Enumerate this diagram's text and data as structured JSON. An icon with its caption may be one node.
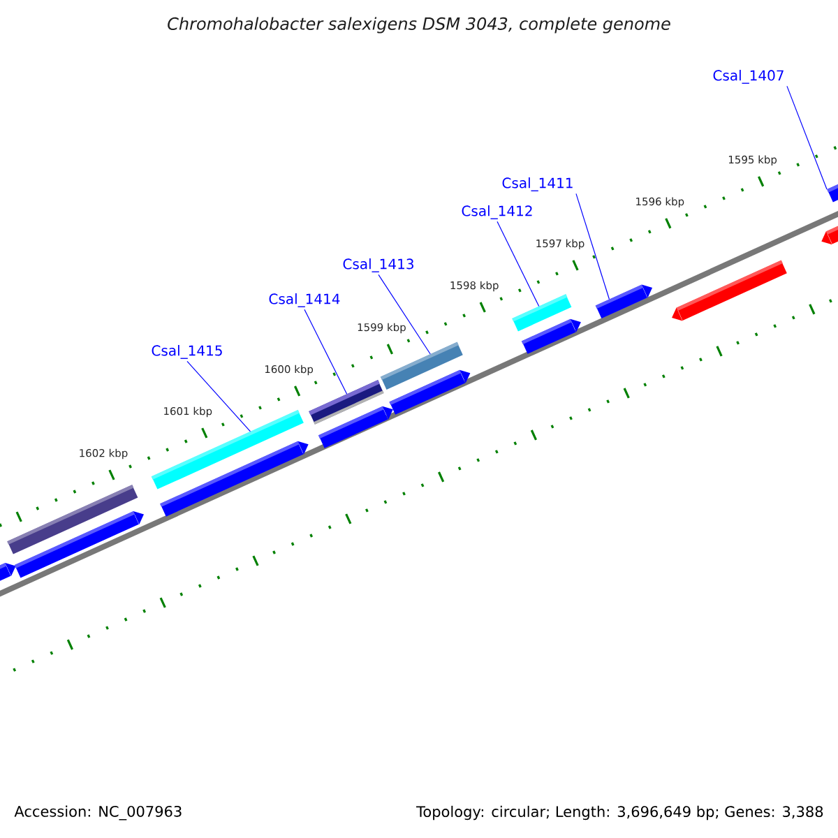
{
  "diagram": {
    "title": "Chromohalobacter salexigens DSM 3043, complete genome",
    "nodes": [
      {
        "text": [
          "Csal_1415"
        ]
      },
      {
        "text": [
          "Csal_1414"
        ]
      },
      {
        "text": [
          "Csal_1413"
        ]
      },
      {
        "text": [
          "Csal_1412"
        ]
      },
      {
        "text": [
          "Csal_1411"
        ]
      },
      {
        "text": [
          "Csal_1407"
        ]
      },
      {
        "text": [],
        "shape": "bar"
      },
      {
        "text": [],
        "shape": "bar"
      },
      {
        "text": [],
        "shape": "bar"
      },
      {
        "text": [],
        "shape": "bar"
      },
      {
        "text": [],
        "shape": "bar"
      },
      {
        "text": [],
        "shape": "bar"
      },
      {
        "text": [],
        "shape": "bar"
      },
      {
        "text": [],
        "shape": "bar"
      },
      {
        "text": [],
        "shape": "bar"
      },
      {
        "text": [],
        "shape": "bar"
      },
      {
        "text": [],
        "shape": "bar"
      },
      {
        "text": [],
        "shape": "bar"
      },
      {
        "text": [],
        "shape": "bar"
      },
      {
        "text": [],
        "shape": "bar"
      },
      {
        "text": [],
        "shape": "bar"
      }
    ],
    "edges": [
      {
        "from": 0,
        "to": 9,
        "arrow": "none"
      },
      {
        "from": 1,
        "to": 11,
        "arrow": "none"
      },
      {
        "from": 2,
        "to": 13,
        "arrow": "none"
      },
      {
        "from": 3,
        "to": 15,
        "arrow": "none"
      },
      {
        "from": 4,
        "to": 17,
        "arrow": "none"
      },
      {
        "from": 5,
        "to": 19,
        "arrow": "none"
      }
    ],
    "labels": [
      "1602 kbp",
      "1601 kbp",
      "1600 kbp",
      "1599 kbp",
      "1598 kbp",
      "1597 kbp",
      "1596 kbp",
      "1595 kbp",
      "Accession: NC_007963",
      "Topology: circular; Length: 3,696,649 bp; Genes: 3,388"
    ]
  }
}
